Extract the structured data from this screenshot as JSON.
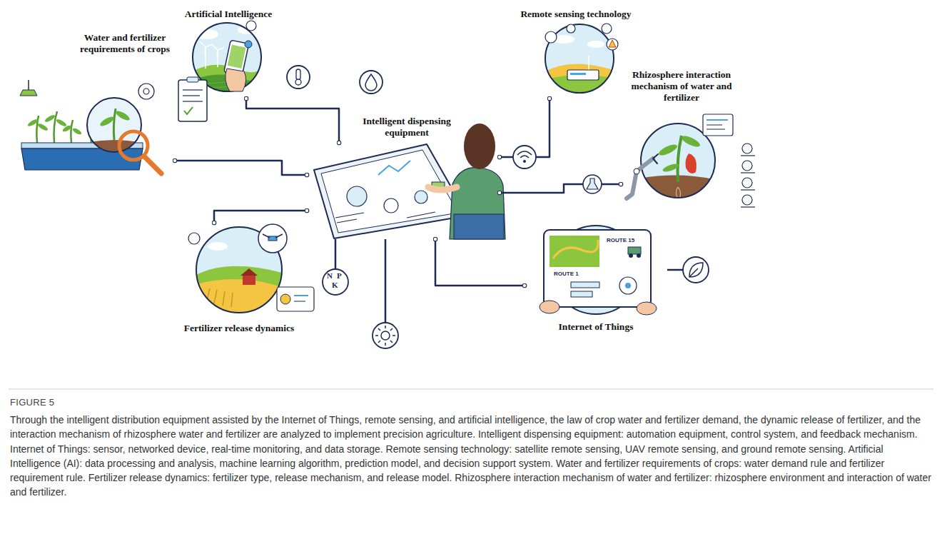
{
  "diagram": {
    "title": "FIGURE 5",
    "caption": "Through the intelligent distribution equipment assisted by the Internet of Things, remote sensing, and artificial intelligence, the law of crop water and fertilizer demand, the dynamic release of fertilizer, and the interaction mechanism of rhizosphere water and fertilizer are analyzed to implement precision agriculture. Intelligent dispensing equipment: automation equipment, control system, and feedback mechanism. Internet of Things: sensor, networked device, real-time monitoring, and data storage. Remote sensing technology: satellite remote sensing, UAV remote sensing, and ground remote sensing. Artificial Intelligence (AI): data processing and analysis, machine learning algorithm, prediction model, and decision support system. Water and fertilizer requirements of crops: water demand rule and fertilizer requirement rule. Fertilizer release dynamics: fertilizer type, release mechanism, and release model. Rhizosphere interaction mechanism of water and fertilizer: rhizosphere environment and interaction of water and fertilizer.",
    "nodes": [
      {
        "text": [
          "Artificial Intelligence"
        ]
      },
      {
        "text": [
          "Remote sensing technology"
        ]
      },
      {
        "text": [
          "Water and fertilizer requirements of crops"
        ]
      },
      {
        "text": [
          "Intelligent dispensing equipment"
        ]
      },
      {
        "text": [
          "Rhizosphere interaction mechanism of water and fertilizer"
        ]
      },
      {
        "text": [
          "Fertilizer release dynamics"
        ]
      },
      {
        "text": [
          "Internet of Things"
        ]
      }
    ],
    "edges": [
      {
        "from": 0,
        "to": 3,
        "arrow": "none"
      },
      {
        "from": 1,
        "to": 3,
        "arrow": "none"
      },
      {
        "from": 2,
        "to": 3,
        "arrow": "none"
      },
      {
        "from": 4,
        "to": 3,
        "arrow": "none"
      },
      {
        "from": 5,
        "to": 3,
        "arrow": "none"
      },
      {
        "from": 6,
        "to": 3,
        "arrow": "none"
      }
    ],
    "labels": [
      "N",
      "P",
      "K",
      "ROUTE 15",
      "ROUTE 1"
    ]
  }
}
